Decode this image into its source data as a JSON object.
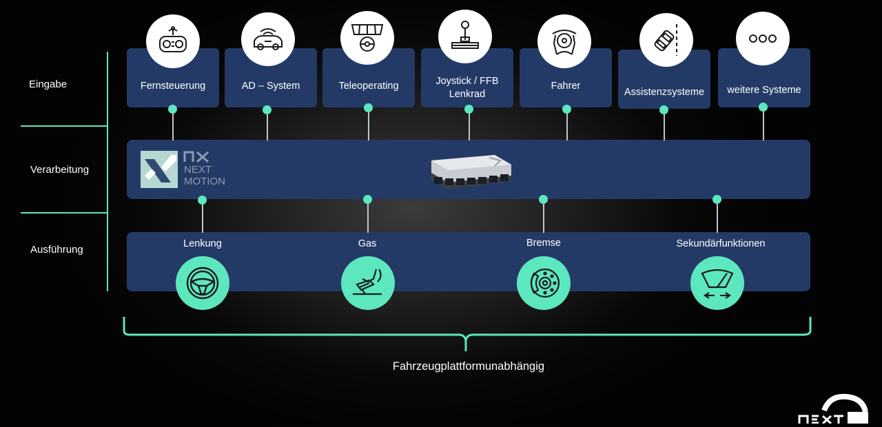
{
  "rows": {
    "input": "Eingabe",
    "processing": "Verarbeitung",
    "execution": "Ausführung"
  },
  "inputs": [
    {
      "label": "Fernsteuerung",
      "icon": "remote-control-icon"
    },
    {
      "label": "AD – System",
      "icon": "autonomous-car-icon"
    },
    {
      "label": "Teleoperating",
      "icon": "teleoperation-icon"
    },
    {
      "label": "Joystick / FFB\nLenkrad",
      "icon": "joystick-icon"
    },
    {
      "label": "Fahrer",
      "icon": "driver-icon"
    },
    {
      "label": "Assistenzsysteme",
      "icon": "lane-assist-icon"
    },
    {
      "label": "weitere Systeme",
      "icon": "more-icon"
    }
  ],
  "processing": {
    "logo_text_1": "NEXT",
    "logo_text_2": "MOTION",
    "device_icon": "control-unit-icon"
  },
  "outputs": [
    {
      "label": "Lenkung",
      "icon": "steering-wheel-icon"
    },
    {
      "label": "Gas",
      "icon": "gas-pedal-icon"
    },
    {
      "label": "Bremse",
      "icon": "brake-disc-icon"
    },
    {
      "label": "Sekundärfunktionen",
      "icon": "wiper-icon"
    }
  ],
  "footer": "Fahrzeugplattformunabhängig",
  "colors": {
    "accent": "#5de7bf",
    "box": "#243a66",
    "background": "#050505"
  }
}
